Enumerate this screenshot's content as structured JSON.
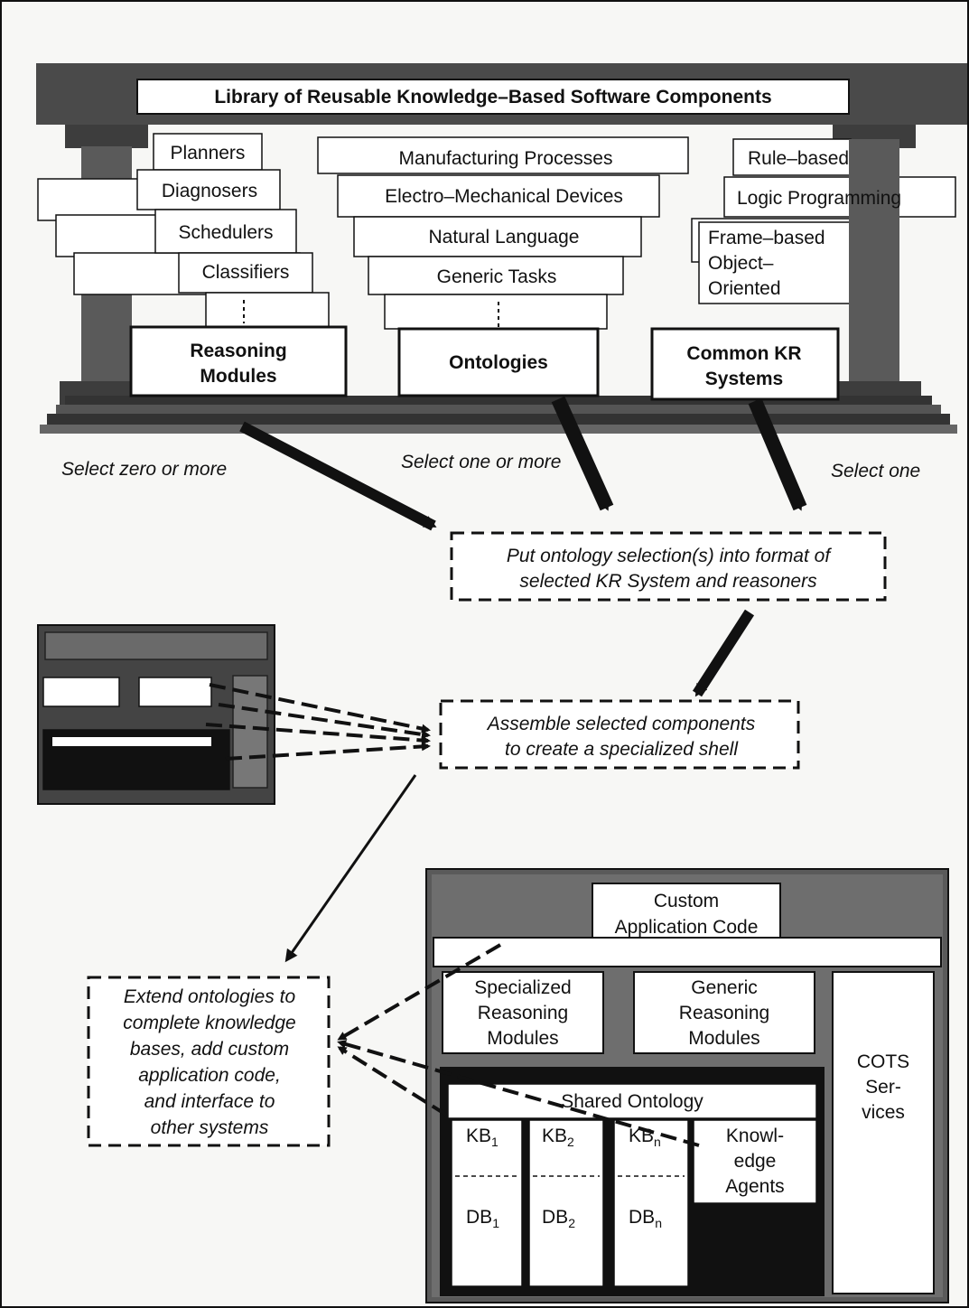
{
  "library_title": "Library of Reusable Knowledge–Based Software Components",
  "reasoning": {
    "items": [
      "Planners",
      "Diagnosers",
      "Schedulers",
      "Classifiers"
    ],
    "title_line1": "Reasoning",
    "title_line2": "Modules",
    "select": "Select zero or more"
  },
  "ontologies": {
    "items": [
      "Manufacturing Processes",
      "Electro–Mechanical Devices",
      "Natural Language",
      "Generic Tasks"
    ],
    "title": "Ontologies",
    "select": "Select one or more"
  },
  "kr": {
    "items": [
      "Rule–based",
      "Logic Programming"
    ],
    "frame_line1": "Frame–based",
    "frame_line2": "Object–",
    "frame_line3": "Oriented",
    "title_line1": "Common KR",
    "title_line2": "Systems",
    "select": "Select one"
  },
  "steps": {
    "format_line1": "Put ontology selection(s) into format of",
    "format_line2": "selected KR System and reasoners",
    "assemble_line1": "Assemble selected components",
    "assemble_line2": "to create a specialized shell",
    "extend_lines": [
      "Extend ontologies to",
      "complete knowledge",
      "bases, add custom",
      "application code,",
      "and interface to",
      "other systems"
    ]
  },
  "system": {
    "custom_line1": "Custom",
    "custom_line2": "Application Code",
    "specialized_lines": [
      "Specialized",
      "Reasoning",
      "Modules"
    ],
    "generic_lines": [
      "Generic",
      "Reasoning",
      "Modules"
    ],
    "cots_lines": [
      "COTS",
      "Ser-",
      "vices"
    ],
    "shared_ontology": "Shared Ontology",
    "kb1": "KB",
    "kb1_sub": "1",
    "kb2": "KB",
    "kb2_sub": "2",
    "kbn": "KB",
    "kbn_sub": "n",
    "db1": "DB",
    "db1_sub": "1",
    "db2": "DB",
    "db2_sub": "2",
    "dbn": "DB",
    "dbn_sub": "n",
    "agents_lines": [
      "Knowl-",
      "edge",
      "Agents"
    ]
  }
}
